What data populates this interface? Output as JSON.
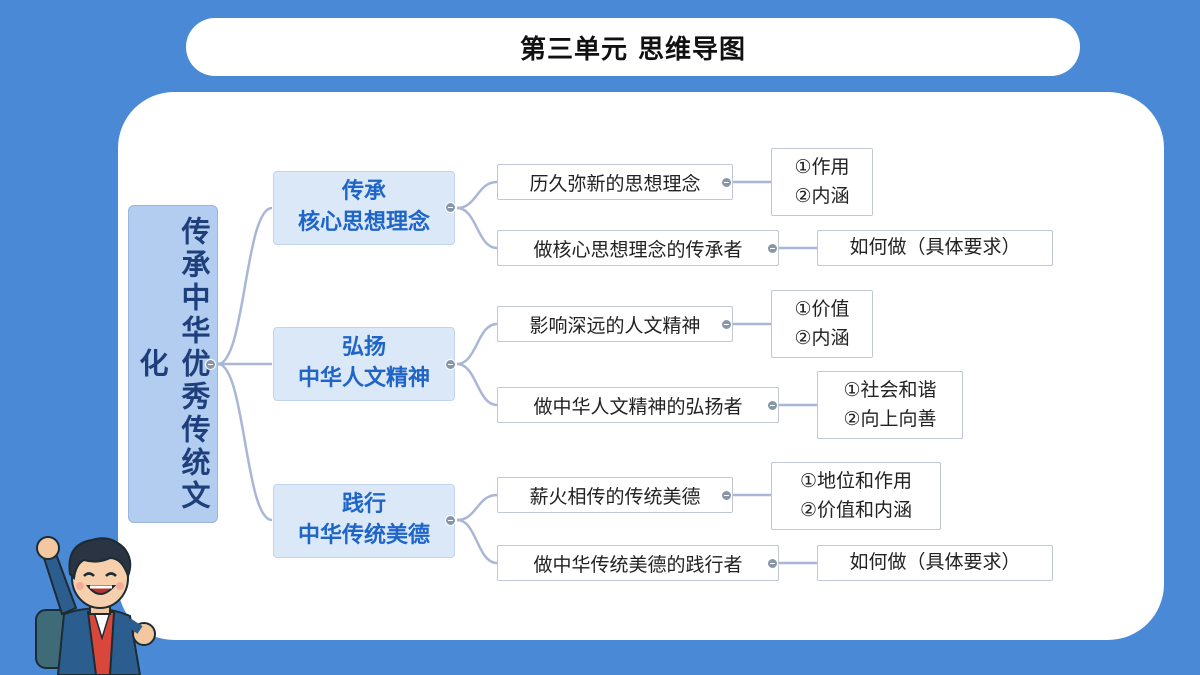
{
  "title": "第三单元  思维导图",
  "root": "传承中华优秀传统文化",
  "branches": [
    {
      "label": "传承\n核心思想理念",
      "items": [
        {
          "label": "历久弥新的思想理念",
          "detail": "①作用\n②内涵"
        },
        {
          "label": "做核心思想理念的传承者",
          "detail": "如何做（具体要求）"
        }
      ]
    },
    {
      "label": "弘扬\n中华人文精神",
      "items": [
        {
          "label": "影响深远的人文精神",
          "detail": "①价值\n②内涵"
        },
        {
          "label": "做中华人文精神的弘扬者",
          "detail": "①社会和谐\n②向上向善"
        }
      ]
    },
    {
      "label": "践行\n中华传统美德",
      "items": [
        {
          "label": "薪火相传的传统美德",
          "detail": "①地位和作用\n②价值和内涵"
        },
        {
          "label": "做中华传统美德的践行者",
          "detail": "如何做（具体要求）"
        }
      ]
    }
  ],
  "colors": {
    "background": "#4a89d6",
    "root_fill": "#b3cdf1",
    "branch_fill": "#dbe8f8",
    "branch_text": "#1f64c7",
    "connector": "#a9b6d6"
  },
  "icons": [
    "collapse-toggle-icon",
    "cheering-student-illustration"
  ]
}
